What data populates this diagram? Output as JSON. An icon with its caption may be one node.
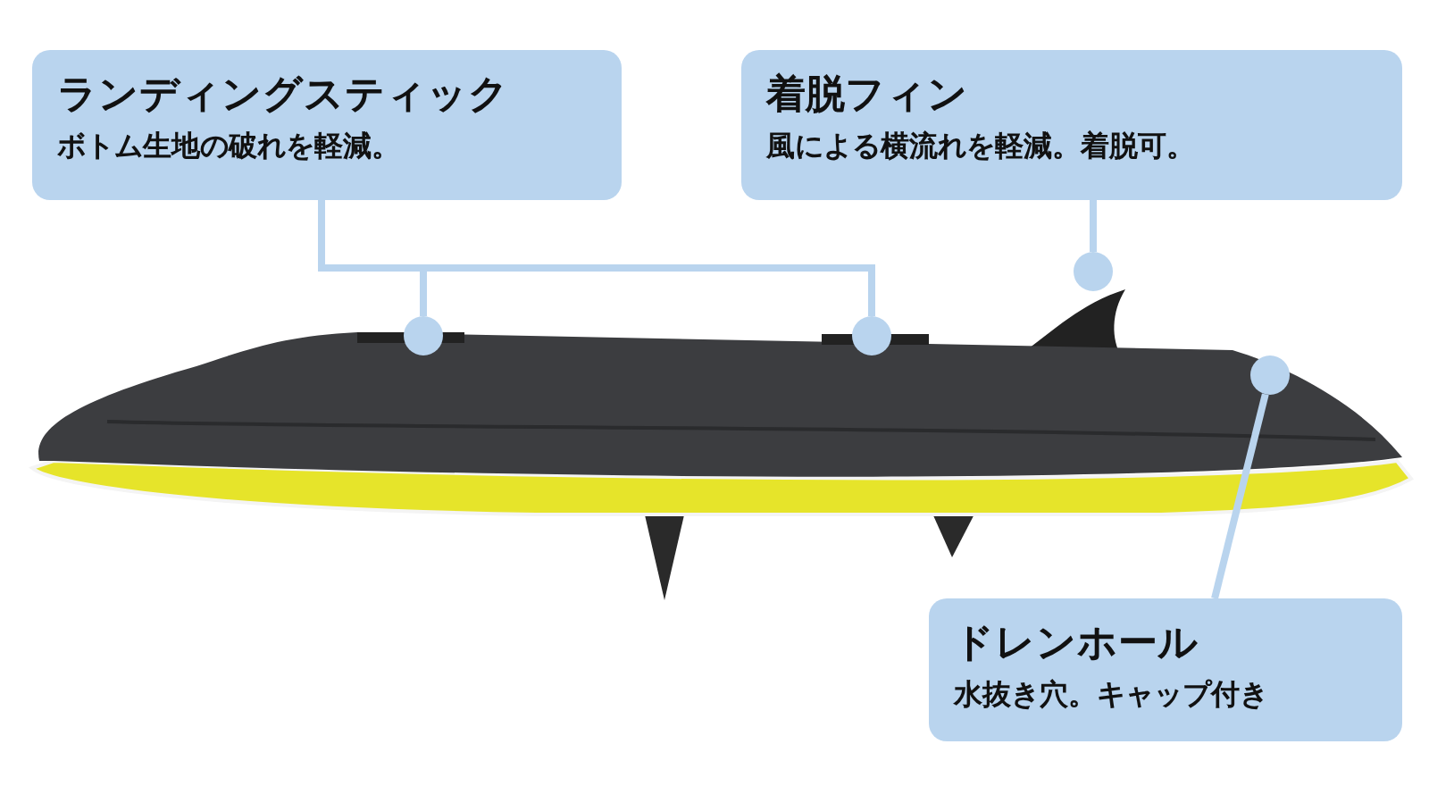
{
  "diagram": {
    "nodes": [
      {
        "text": [
          "ランディングスティック",
          "ボトム生地の破れを軽減。"
        ]
      },
      {
        "text": [
          "着脱フィン",
          "風による横流れを軽減。着脱可。"
        ]
      },
      {
        "text": [],
        "shape": "circle"
      },
      {
        "text": [],
        "shape": "circle"
      },
      {
        "text": [],
        "shape": "circle"
      },
      {
        "text": [],
        "shape": "circle"
      },
      {
        "text": [
          "ドレンホール",
          "水抜き穴。キャップ付き"
        ]
      }
    ],
    "edges": [
      {
        "from": 0,
        "to": 2,
        "arrow": "none"
      },
      {
        "from": 0,
        "to": 3,
        "arrow": "none"
      },
      {
        "from": 1,
        "to": 4,
        "arrow": "none"
      },
      {
        "from": 6,
        "to": 5,
        "arrow": "none"
      }
    ]
  }
}
